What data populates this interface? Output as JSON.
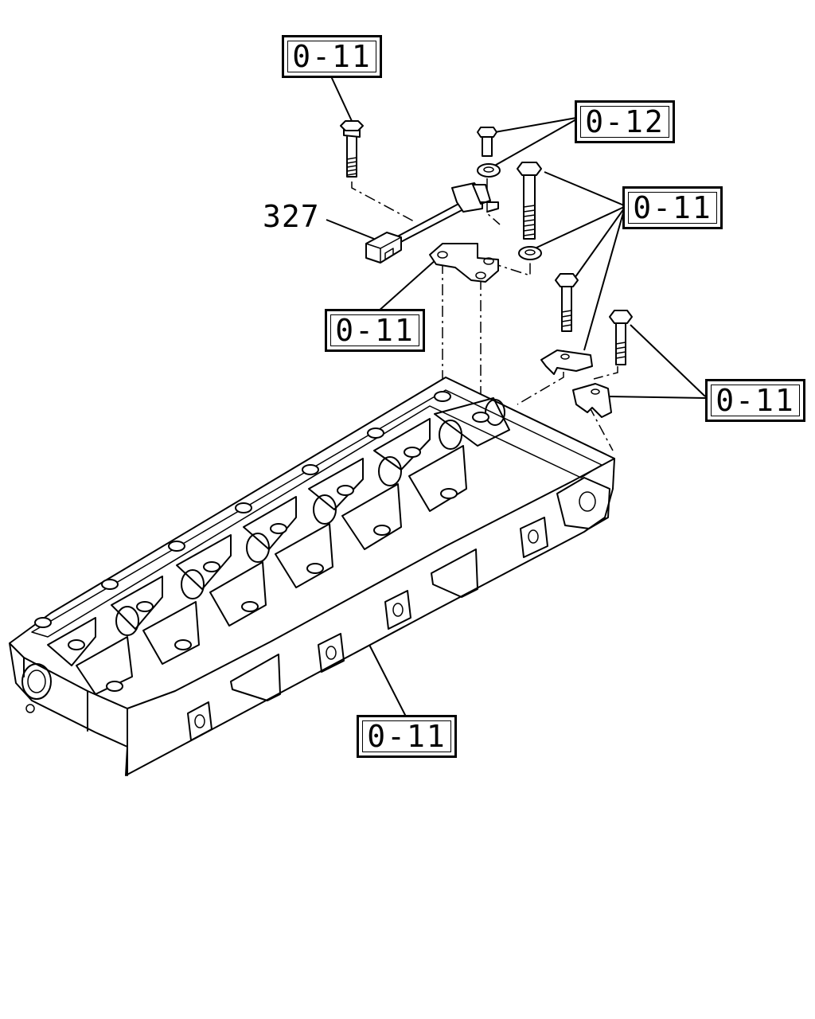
{
  "callouts": {
    "bolt_top": "0-11",
    "bolt_short": "0-12",
    "bolts_right": "0-11",
    "bracket": "0-11",
    "clamps": "0-11",
    "cylinder_head": "0-11"
  },
  "part_number": "327"
}
